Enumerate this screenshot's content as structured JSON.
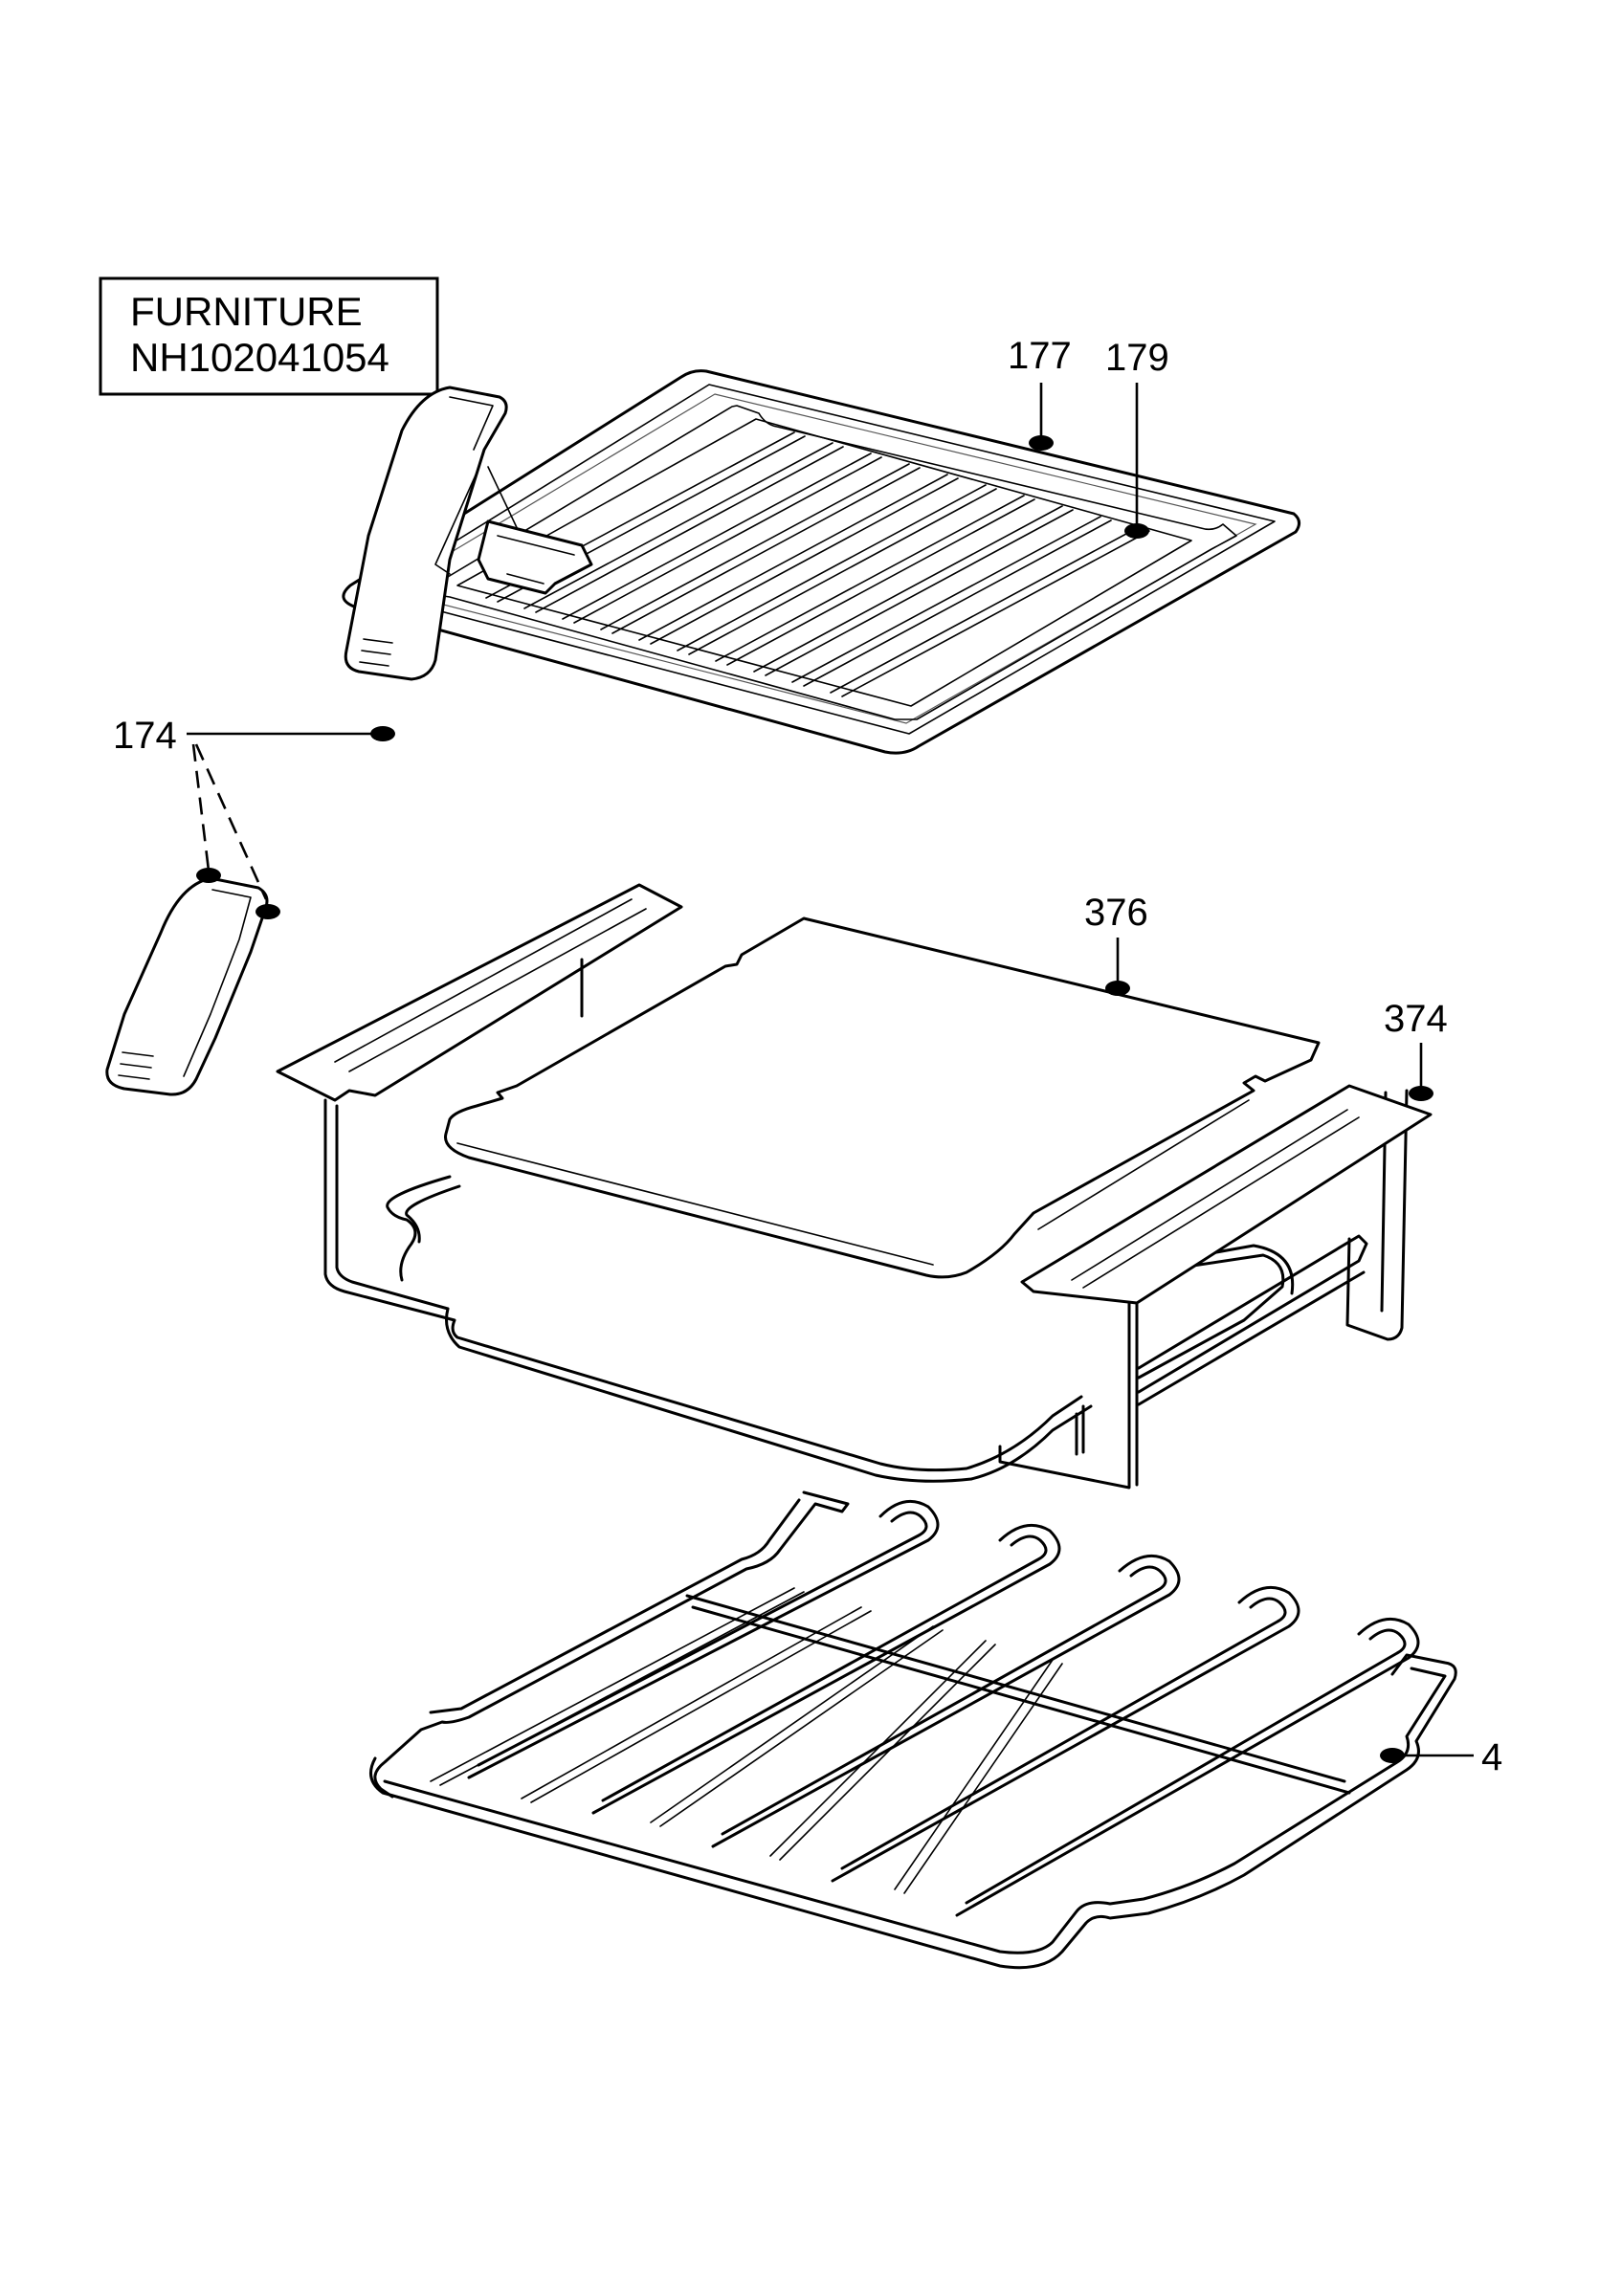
{
  "title_box": {
    "line1": "FURNITURE",
    "line2": "NH102041054"
  },
  "callouts": {
    "p177": "177",
    "p179": "179",
    "p174": "174",
    "p376": "376",
    "p374": "374",
    "p4": "4"
  },
  "colors": {
    "ink": "#000000",
    "background": "#ffffff"
  }
}
